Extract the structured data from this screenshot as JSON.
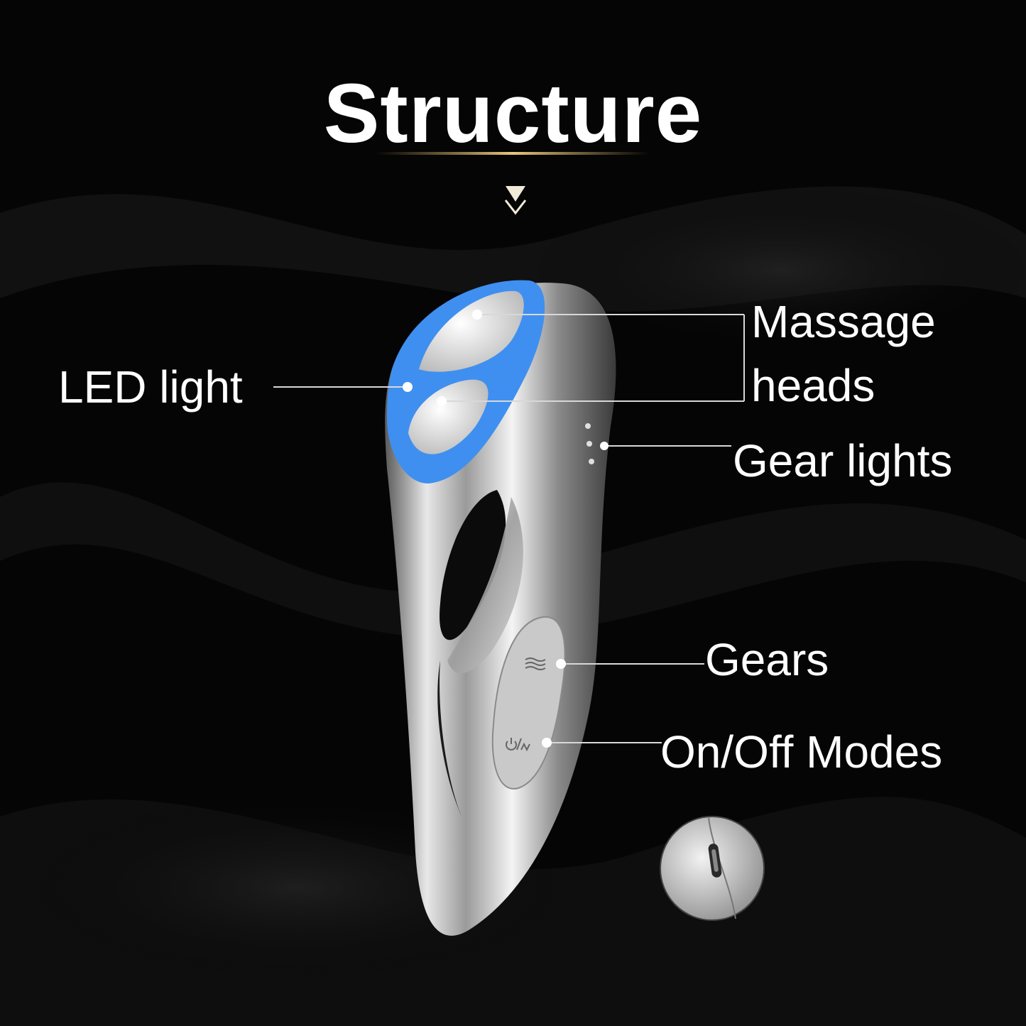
{
  "title": "Structure",
  "labels": {
    "led_light": "LED light",
    "massage_heads_line1": "Massage",
    "massage_heads_line2": "heads",
    "gear_lights": "Gear lights",
    "gears": "Gears",
    "on_off_modes": "On/Off Modes"
  },
  "icons": [
    "down-arrow-icon",
    "waves-icon",
    "power-mode-icon",
    "usb-c-port-icon"
  ],
  "colors": {
    "background": "#050505",
    "text": "#ffffff",
    "led_blue": "#3f8ff0",
    "accent_gold": "#c9a45a"
  }
}
